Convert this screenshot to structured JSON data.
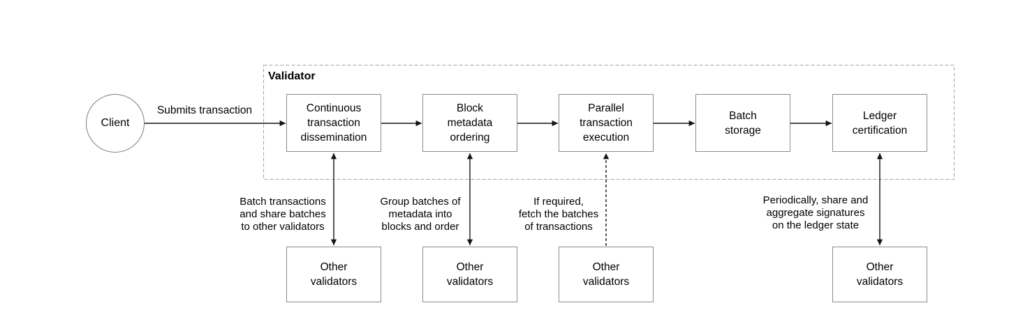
{
  "client": {
    "label": "Client"
  },
  "validator_group": {
    "label": "Validator"
  },
  "edges": {
    "submit_label": "Submits transaction"
  },
  "pipeline": [
    {
      "label": "Continuous\ntransaction\ndissemination"
    },
    {
      "label": "Block\nmetadata\nordering"
    },
    {
      "label": "Parallel\ntransaction\nexecution"
    },
    {
      "label": "Batch\nstorage"
    },
    {
      "label": "Ledger\ncertification"
    }
  ],
  "other_validators": [
    {
      "label": "Other\nvalidators"
    },
    {
      "label": "Other\nvalidators"
    },
    {
      "label": "Other\nvalidators"
    },
    {
      "label": "Other\nvalidators"
    }
  ],
  "annotations": [
    {
      "label": "Batch transactions\nand share batches\nto other validators"
    },
    {
      "label": "Group batches of\nmetadata into\nblocks and order"
    },
    {
      "label": "If required,\nfetch the batches\nof transactions"
    },
    {
      "label": "Periodically, share and\naggregate signatures\non the ledger state"
    }
  ],
  "colors": {
    "background": "#ffffff",
    "node_border": "#8b8b8b",
    "group_border": "#a2a2a2",
    "arrow": "#141414",
    "text": "#000000"
  }
}
